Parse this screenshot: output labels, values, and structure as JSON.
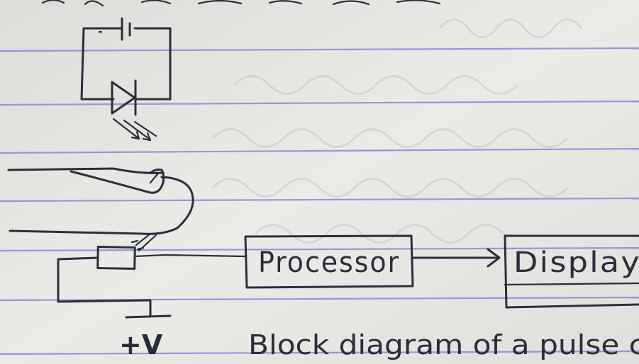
{
  "diagram": {
    "blocks": {
      "processor": "Processor",
      "display": "Display"
    },
    "supply_label": "+V",
    "caption": "Block diagram of a pulse c"
  },
  "colors": {
    "paper": "#e6e6e3",
    "ink": "#2b2f3c",
    "rule": "#8d8fd6"
  }
}
